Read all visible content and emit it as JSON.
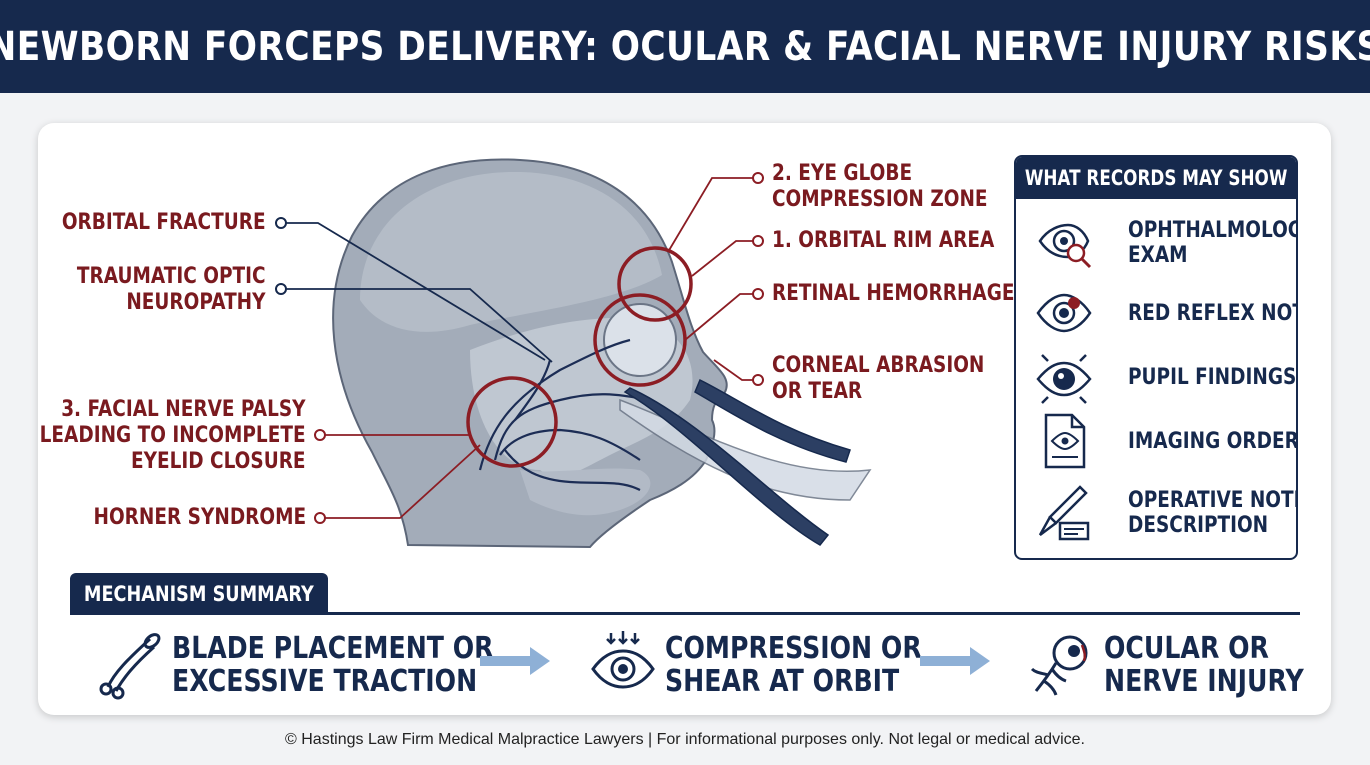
{
  "title": "NEWBORN FORCEPS DELIVERY: OCULAR & FACIAL NERVE INJURY RISKS",
  "colors": {
    "navy": "#16294d",
    "accent_red": "#8c1d24",
    "label_red": "#7a1a1f",
    "arrow_blue": "#8eb0d6",
    "head_gray": "#a3acb9"
  },
  "left_labels": [
    {
      "id": "orbital-fracture",
      "text": "ORBITAL FRACTURE"
    },
    {
      "id": "traumatic-optic-neuropathy",
      "line1": "TRAUMATIC OPTIC",
      "line2": "NEUROPATHY"
    },
    {
      "id": "facial-nerve-palsy",
      "line1": "3. FACIAL NERVE PALSY",
      "line2": "LEADING TO INCOMPLETE",
      "line3": "EYELID CLOSURE"
    },
    {
      "id": "horner-syndrome",
      "text": "HORNER SYNDROME"
    }
  ],
  "right_labels": [
    {
      "id": "eye-globe-compression",
      "line1": "2. EYE GLOBE",
      "line2": "COMPRESSION ZONE"
    },
    {
      "id": "orbital-rim",
      "text": "1. ORBITAL RIM AREA"
    },
    {
      "id": "retinal-hemorrhage",
      "text": "RETINAL HEMORRHAGE"
    },
    {
      "id": "corneal-abrasion",
      "line1": "CORNEAL ABRASION",
      "line2": "OR TEAR"
    }
  ],
  "records_panel": {
    "heading": "WHAT RECORDS MAY SHOW",
    "items": [
      {
        "icon": "eye-magnifier-icon",
        "line1": "OPHTHALMOLOGY",
        "line2": "EXAM"
      },
      {
        "icon": "red-reflex-eye-icon",
        "line1": "RED REFLEX NOTE",
        "line2": ""
      },
      {
        "icon": "pupil-eye-icon",
        "line1": "PUPIL FINDINGS",
        "line2": ""
      },
      {
        "icon": "document-eye-icon",
        "line1": "IMAGING ORDER",
        "line2": ""
      },
      {
        "icon": "scalpel-note-icon",
        "line1": "OPERATIVE NOTE",
        "line2": "DESCRIPTION"
      }
    ]
  },
  "mechanism": {
    "heading": "MECHANISM SUMMARY",
    "steps": [
      {
        "icon": "forceps-icon",
        "line1": "BLADE PLACEMENT OR",
        "line2": "EXCESSIVE TRACTION"
      },
      {
        "icon": "compressed-eye-icon",
        "line1": "COMPRESSION OR",
        "line2": "SHEAR AT ORBIT"
      },
      {
        "icon": "injured-eye-nerve-icon",
        "line1": "OCULAR OR",
        "line2": "NERVE INJURY"
      }
    ]
  },
  "footer": "© Hastings Law Firm Medical Malpractice Lawyers | For informational purposes only. Not legal or medical advice."
}
